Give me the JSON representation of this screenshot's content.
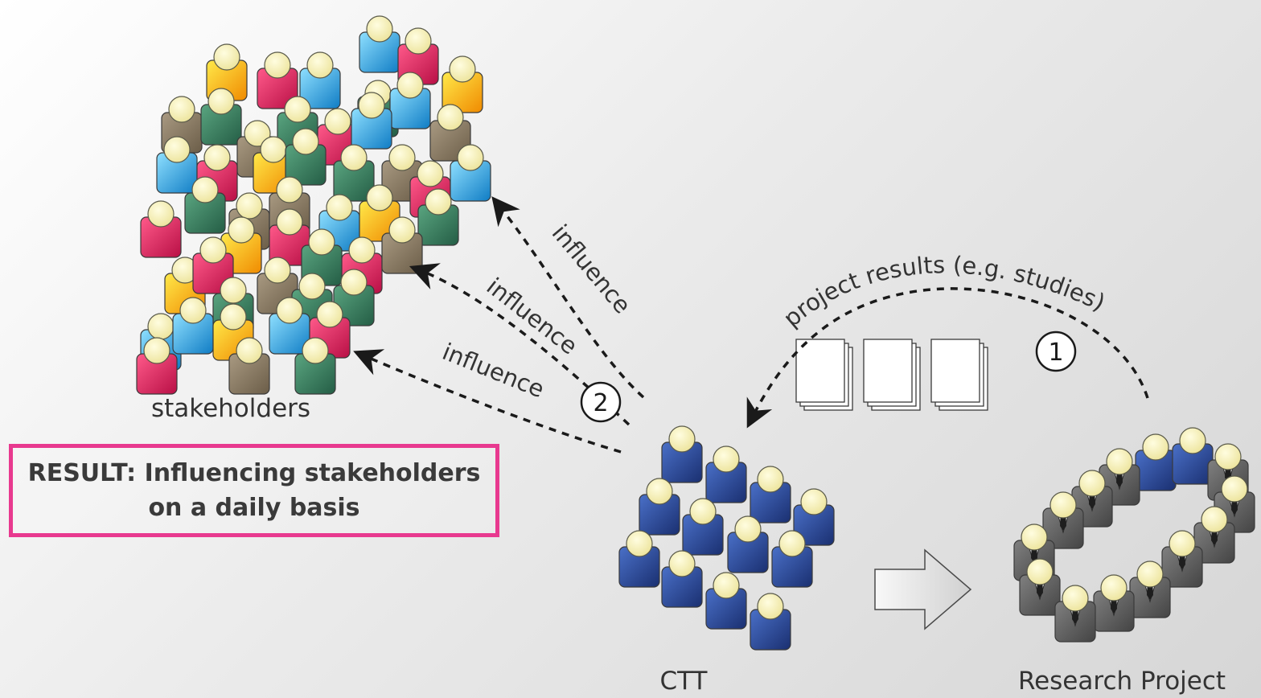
{
  "labels": {
    "stakeholders": "stakeholders",
    "ctt": "CTT",
    "research_project": "Research Project",
    "project_results": "project results (e.g. studies)",
    "influence": "influence",
    "step1": "1",
    "step2": "2"
  },
  "result": {
    "line1": "RESULT: Influencing stakeholders",
    "line2": "on a daily basis"
  },
  "colors": {
    "magenta": "#e3185e",
    "yellow": "#f5a800",
    "blue": "#1e9bd7",
    "teal": "#2e7a5a",
    "taupe": "#8a7a62",
    "navy": "#233f8e",
    "gray": "#585858",
    "head": "#f6f0a6",
    "result_border": "#e8398f"
  }
}
